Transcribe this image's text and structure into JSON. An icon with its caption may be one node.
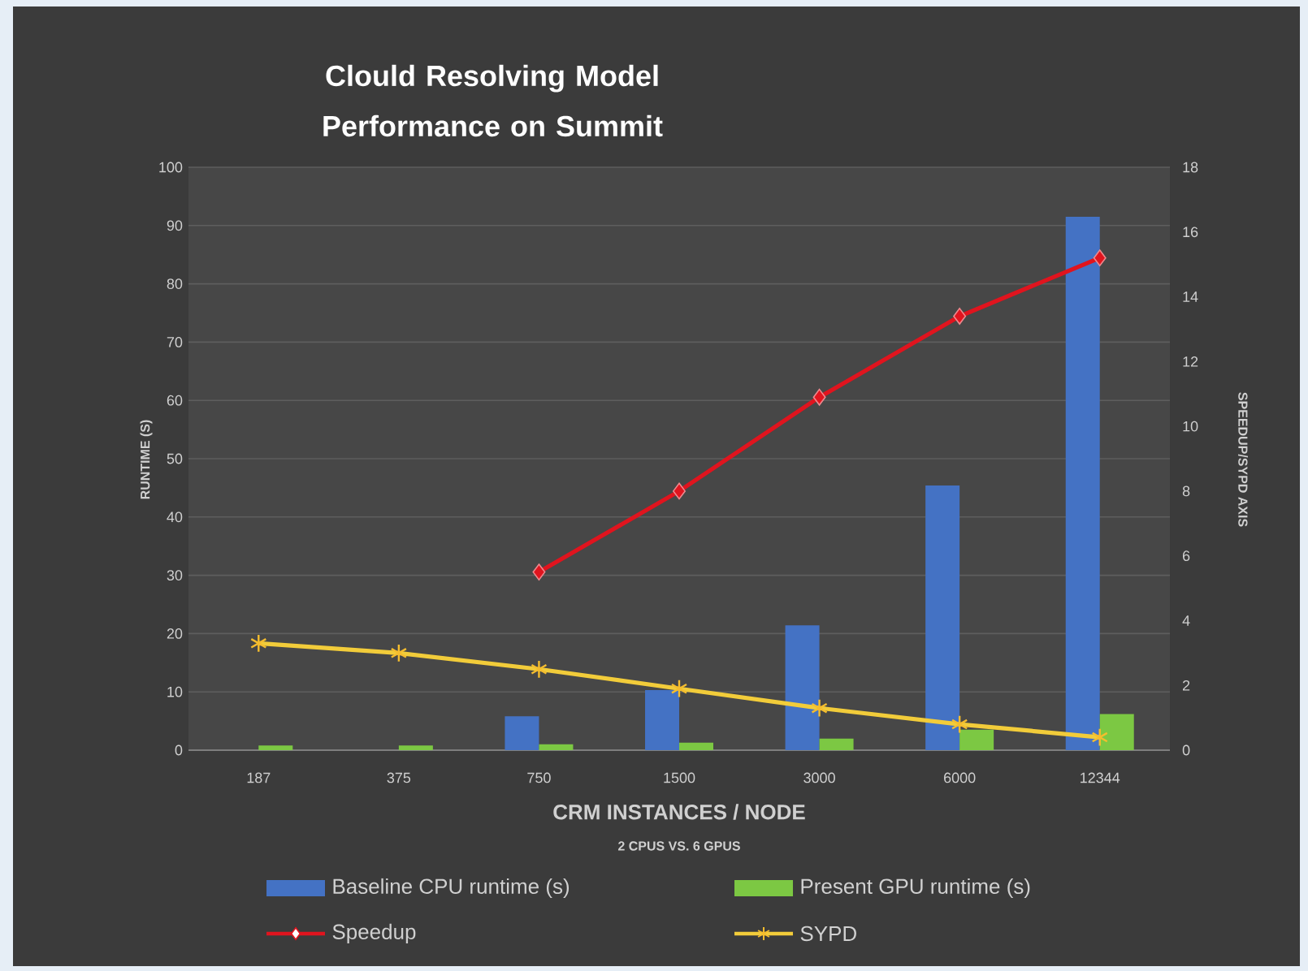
{
  "diagram": {
    "title": "Clould Resolving Model Performance on Summit",
    "labels": [
      "2 CPUS VS. 6 GPUS"
    ],
    "chart_data": {
      "type": "bar",
      "xlabel": "CRM INSTANCES / NODE",
      "ylabel": "RUNTIME (S)",
      "y2label": "SPEEDUP/SYPD AXIS",
      "categories": [
        "187",
        "375",
        "750",
        "1500",
        "3000",
        "6000",
        "12344"
      ],
      "ylim": [
        0,
        100
      ],
      "yticks": [
        0,
        10,
        20,
        30,
        40,
        50,
        60,
        70,
        80,
        90,
        100
      ],
      "y2lim": [
        0,
        18
      ],
      "y2ticks": [
        0,
        2,
        4,
        6,
        8,
        10,
        12,
        14,
        16,
        18
      ],
      "grid": true,
      "legend": "bottom",
      "series": [
        {
          "name": "Baseline CPU runtime (s)",
          "type": "bar",
          "axis": "y",
          "color": "#4472c4",
          "values": [
            null,
            null,
            5.8,
            10.3,
            21.4,
            45.4,
            91.5
          ]
        },
        {
          "name": "Present GPU runtime (s)",
          "type": "bar",
          "axis": "y",
          "color": "#7cc843",
          "values": [
            0.8,
            0.8,
            1.0,
            1.3,
            2.0,
            3.5,
            6.2
          ]
        },
        {
          "name": "Speedup",
          "type": "line",
          "axis": "y2",
          "marker": "diamond",
          "color": "#e0141e",
          "values": [
            null,
            null,
            5.5,
            8.0,
            10.9,
            13.4,
            15.2
          ]
        },
        {
          "name": "SYPD",
          "type": "line",
          "axis": "y2",
          "marker": "cross",
          "color": "#f2cc3a",
          "values": [
            3.3,
            3.0,
            2.5,
            1.9,
            1.3,
            0.8,
            0.4
          ]
        }
      ]
    }
  }
}
